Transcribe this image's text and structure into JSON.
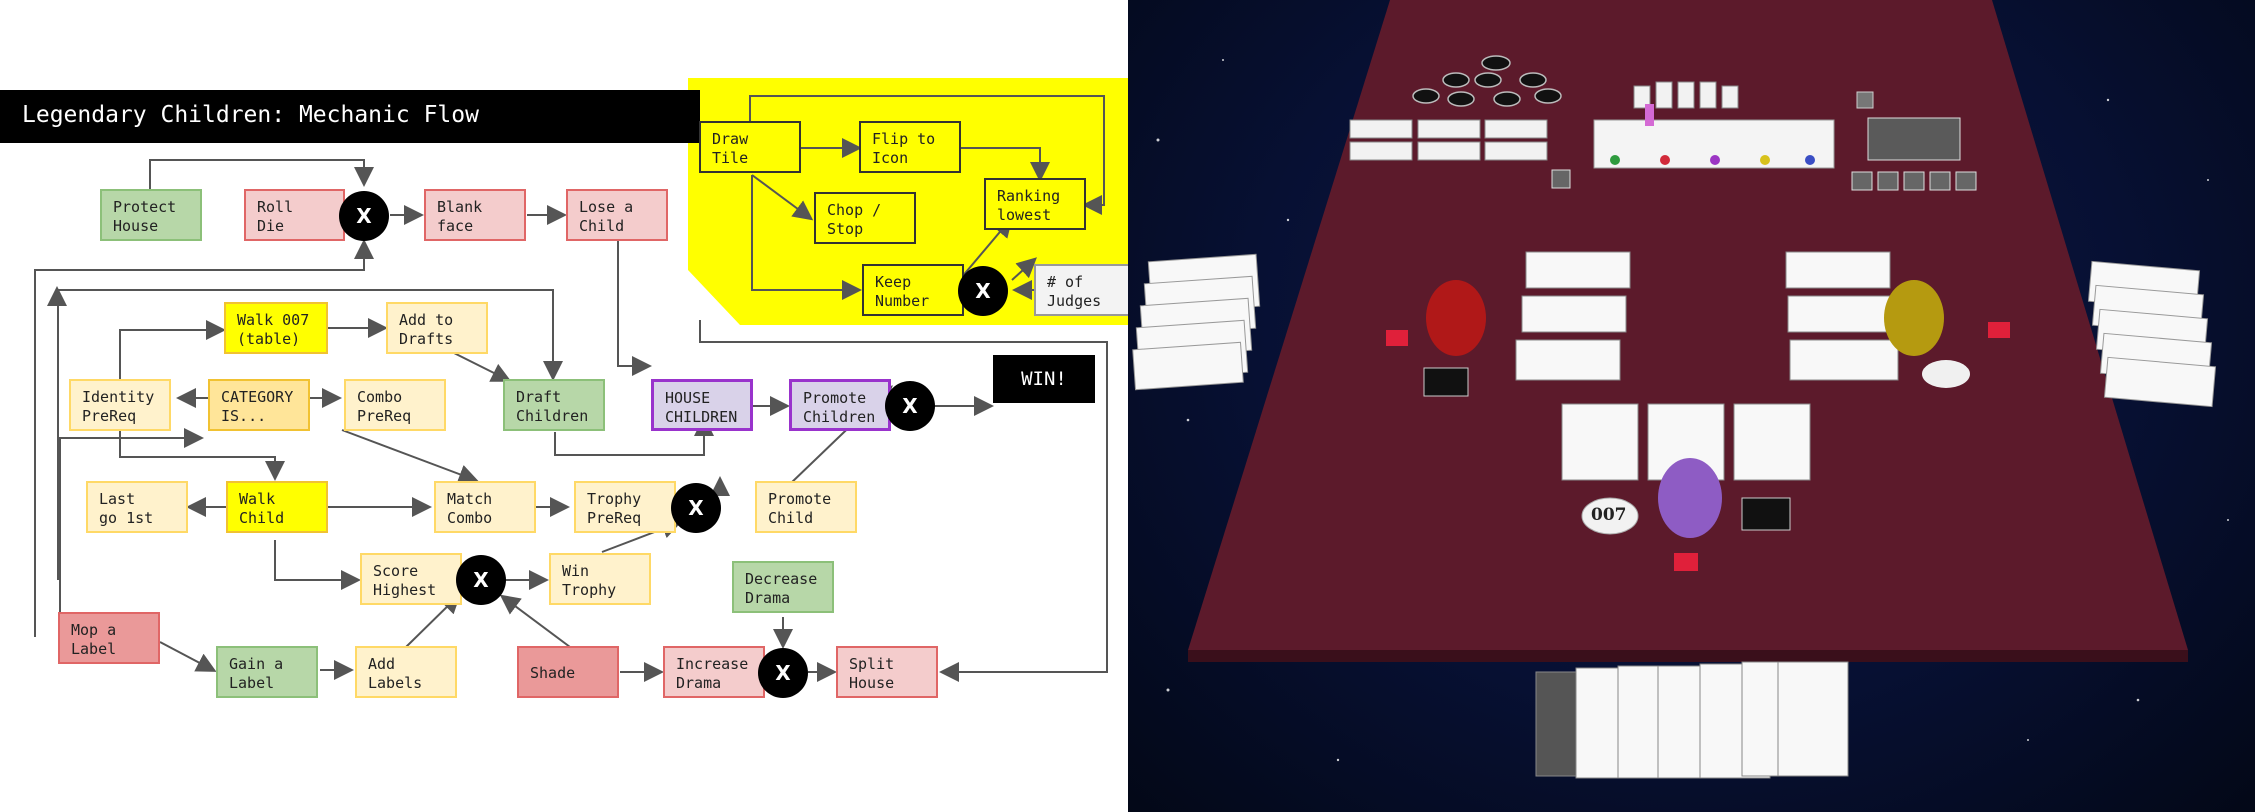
{
  "title": "Legendary Children: Mechanic Flow",
  "win_label": "WIN!",
  "x_label": "X",
  "nodes": {
    "protect_house": "Protect\nHouse",
    "roll_die": "Roll\nDie",
    "blank_face": "Blank\nface",
    "lose_child": "Lose a\nChild",
    "walk_007": "Walk 007\n(table)",
    "add_to_drafts": "Add to\nDrafts",
    "identity_prereq": "Identity\nPreReq",
    "category_is": "CATEGORY\nIS...",
    "combo_prereq": "Combo\nPreReq",
    "draft_children": "Draft\nChildren",
    "house_children": "HOUSE\nCHILDREN",
    "promote_children": "Promote\nChildren",
    "last_go_first": "Last\ngo 1st",
    "walk_child": "Walk\nChild",
    "match_combo": "Match\nCombo",
    "trophy_prereq": "Trophy\nPreReq",
    "promote_child": "Promote\nChild",
    "score_highest": "Score\nHighest",
    "win_trophy": "Win\nTrophy",
    "decrease_drama": "Decrease\nDrama",
    "mop_label": "Mop a\nLabel",
    "gain_label": "Gain a\nLabel",
    "add_labels": "Add\nLabels",
    "shade": "Shade",
    "increase_drama": "Increase\nDrama",
    "split_house": "Split\nHouse",
    "draw_tile": "Draw\nTile",
    "flip_icon": "Flip to\nIcon",
    "chop_stop": "Chop /\nStop",
    "ranking_lowest": "Ranking\nlowest",
    "keep_number": "Keep\nNumber",
    "num_judges": "# of\nJudges"
  },
  "board": {
    "tokens": {
      "seven": "007"
    },
    "colors": {
      "table": "#5a1a2a",
      "bag_red": "#b01818",
      "bag_yellow": "#b59a10",
      "bag_purple": "#8e5cc4",
      "marker": "#e0203a"
    }
  }
}
